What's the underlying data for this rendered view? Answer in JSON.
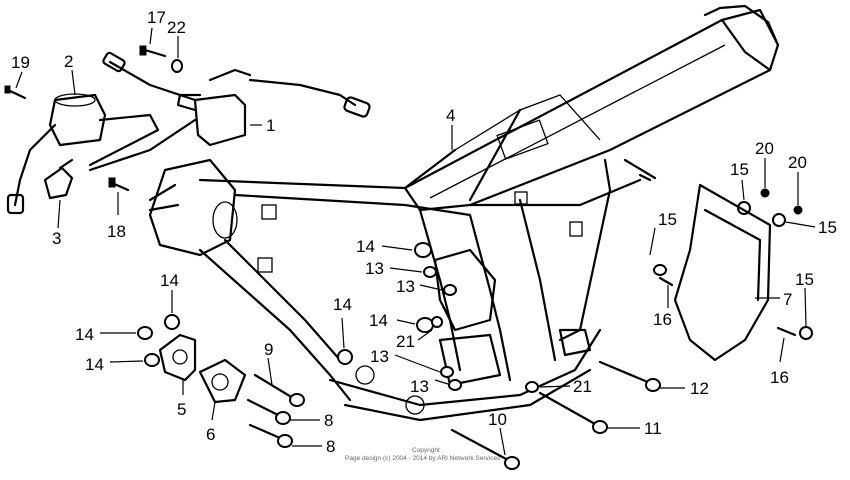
{
  "callouts": [
    {
      "id": "c17",
      "text": "17"
    },
    {
      "id": "c22",
      "text": "22"
    },
    {
      "id": "c19",
      "text": "19"
    },
    {
      "id": "c2",
      "text": "2"
    },
    {
      "id": "c1",
      "text": "1"
    },
    {
      "id": "c3",
      "text": "3"
    },
    {
      "id": "c18",
      "text": "18"
    },
    {
      "id": "c4",
      "text": "4"
    },
    {
      "id": "c20a",
      "text": "20"
    },
    {
      "id": "c20b",
      "text": "20"
    },
    {
      "id": "c15a",
      "text": "15"
    },
    {
      "id": "c15b",
      "text": "15"
    },
    {
      "id": "c15c",
      "text": "15"
    },
    {
      "id": "c15d",
      "text": "15"
    },
    {
      "id": "c7",
      "text": "7"
    },
    {
      "id": "c16a",
      "text": "16"
    },
    {
      "id": "c16b",
      "text": "16"
    },
    {
      "id": "c14a",
      "text": "14"
    },
    {
      "id": "c13a",
      "text": "13"
    },
    {
      "id": "c13b",
      "text": "13"
    },
    {
      "id": "c14b",
      "text": "14"
    },
    {
      "id": "c14c",
      "text": "14"
    },
    {
      "id": "c21a",
      "text": "21"
    },
    {
      "id": "c14d",
      "text": "14"
    },
    {
      "id": "c14e",
      "text": "14"
    },
    {
      "id": "c14f",
      "text": "14"
    },
    {
      "id": "c13c",
      "text": "13"
    },
    {
      "id": "c13d",
      "text": "13"
    },
    {
      "id": "c21b",
      "text": "21"
    },
    {
      "id": "c12",
      "text": "12"
    },
    {
      "id": "c11",
      "text": "11"
    },
    {
      "id": "c10",
      "text": "10"
    },
    {
      "id": "c9",
      "text": "9"
    },
    {
      "id": "c8a",
      "text": "8"
    },
    {
      "id": "c8b",
      "text": "8"
    },
    {
      "id": "c5",
      "text": "5"
    },
    {
      "id": "c6",
      "text": "6"
    }
  ],
  "copyright": {
    "line1": "Copyright",
    "line2": "Page design (c) 2004 - 2014 by ARI Network Services"
  }
}
